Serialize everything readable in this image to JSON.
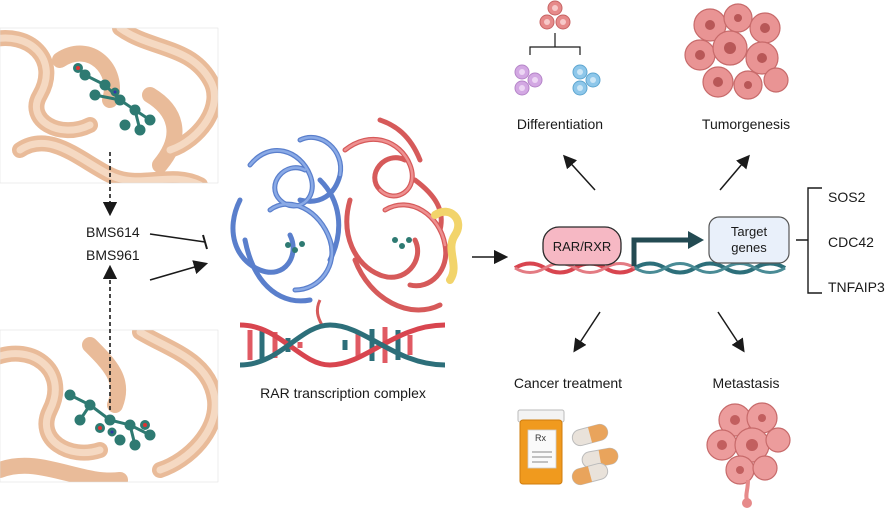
{
  "ligands": {
    "top": "BMS614",
    "bottom": "BMS961"
  },
  "complex_label": "RAR transcription complex",
  "promoter_label": "RAR/RXR",
  "target_label": "Target genes",
  "outcomes": {
    "differentiation": "Differentiation",
    "tumorgenesis": "Tumorgenesis",
    "cancer_treatment": "Cancer treatment",
    "metastasis": "Metastasis"
  },
  "genes": [
    "SOS2",
    "CDC42",
    "TNFAIP3"
  ],
  "pill_label": "Rx",
  "colors": {
    "peach_protein": "#f2c9a8",
    "ligand_teal": "#2e7a72",
    "rar_blue": "#6b8fd6",
    "rxr_red": "#e06b6b",
    "helix_yellow": "#f2d46b",
    "dna_red": "#d8454f",
    "dna_teal": "#2d6f7a",
    "rar_box": "#f6b8c4",
    "target_box": "#e9f0fa",
    "cell_pink": "#e68a8a",
    "cell_purple": "#d3a8e3",
    "cell_blue": "#8ec7ea",
    "bottle_orange": "#f09a1e"
  }
}
